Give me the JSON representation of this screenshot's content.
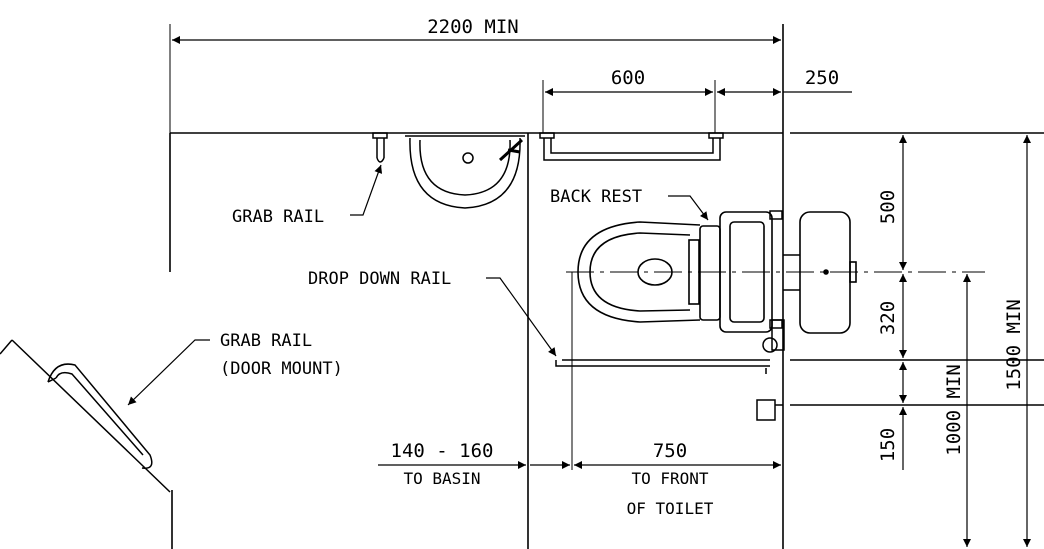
{
  "dimensions": {
    "overall_width": "2200 MIN",
    "rail_length": "600",
    "rail_offset": "250",
    "to_back_rest": "500",
    "centre_to_rail": "320",
    "rail_to_lower": "150",
    "min_1000": "1000 MIN",
    "min_1500": "1500 MIN",
    "basin_gap": "140 - 160",
    "basin_gap_note": "TO BASIN",
    "front_of_toilet": "750",
    "front_of_toilet_note_1": "TO FRONT",
    "front_of_toilet_note_2": "OF TOILET"
  },
  "labels": {
    "grab_rail": "GRAB RAIL",
    "back_rest": "BACK REST",
    "drop_down_rail": "DROP DOWN RAIL",
    "grab_rail_door_1": "GRAB RAIL",
    "grab_rail_door_2": "(DOOR MOUNT)"
  }
}
